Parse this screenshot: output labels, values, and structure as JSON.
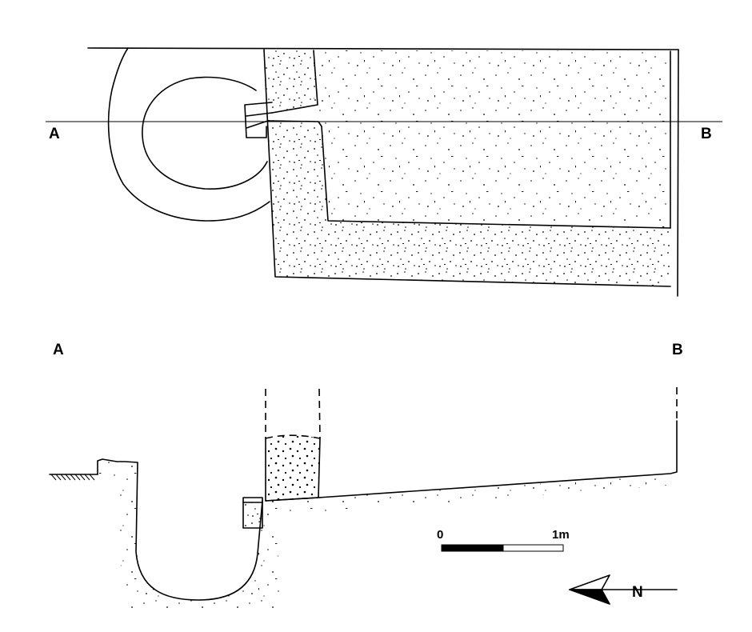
{
  "plan": {
    "label_a": "A",
    "label_b": "B"
  },
  "section": {
    "label_a": "A",
    "label_b": "B"
  },
  "scale_bar": {
    "start_label": "0",
    "end_label": "1m"
  },
  "north_arrow": {
    "label": "N"
  },
  "colors": {
    "ink": "#000000",
    "paper": "#ffffff"
  }
}
